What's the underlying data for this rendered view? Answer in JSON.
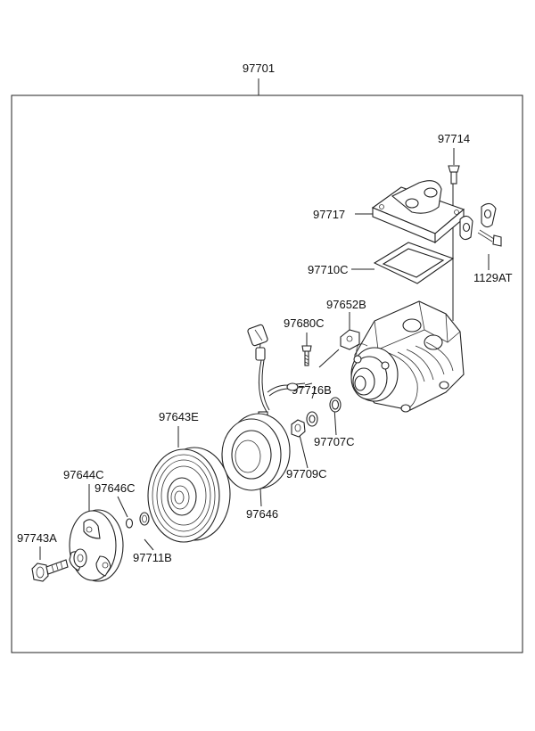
{
  "assembly": {
    "number": "97701"
  },
  "parts": {
    "p97714": "97714",
    "p97717": "97717",
    "p97710C": "97710C",
    "p1129AT": "1129AT",
    "p97652B": "97652B",
    "p97680C": "97680C",
    "p97716B": "97716B",
    "p97643E": "97643E",
    "p97707C": "97707C",
    "p97644C": "97644C",
    "p97646C": "97646C",
    "p97709C": "97709C",
    "p97646": "97646",
    "p97743A": "97743A",
    "p97711B": "97711B"
  }
}
